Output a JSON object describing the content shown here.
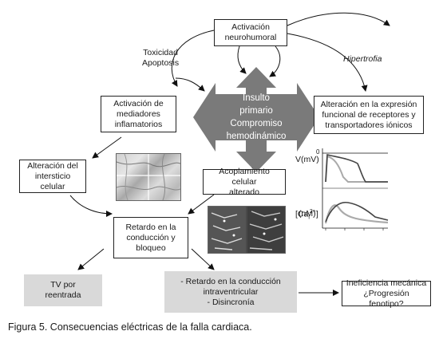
{
  "nodes": {
    "activacion_neurohumoral": "Activación\nneurohumoral",
    "toxicidad_apoptosis": "Toxicidad\nApoptosis",
    "hipertrofia": "Hipertrofia",
    "mediadores": "Activación de\nmediadores\ninflamatorios",
    "insulto": "Insulto\nprimario\nCompromiso\nhemodinámico",
    "alteracion_expresion": "Alteración en la expresión\nfuncional de receptores y\ntransportadores iónicos",
    "intersticio": "Alteración del\nintersticio celular",
    "acoplamiento": "Acoplamiento celular\nalterado",
    "retardo": "Retardo en la\nconducción y\nbloqueo",
    "tv_reentrada": "TV por\nreentrada",
    "retardo_intraventricular": "- Retardo en la conducción\nintraventricular\n- Disincronía",
    "ineficiencia": "Ineficiencia mecánica\n¿Progresión fenotipo?"
  },
  "graph": {
    "vm_label": "V(mV)",
    "vm_zero": "0",
    "ca_label_main": "[Ca",
    "ca_label_sub": "i",
    "ca_label_sup": "2+",
    "ca_label_end": "]",
    "ca_unit": "(nM)"
  },
  "caption": "Figura 5. Consecuencias eléctricas de la falla cardiaca.",
  "colors": {
    "arrow_gray": "#7a7a7a",
    "gray_box": "#d9d9d9",
    "line_dark": "#444444",
    "line_light": "#aaaaaa"
  }
}
